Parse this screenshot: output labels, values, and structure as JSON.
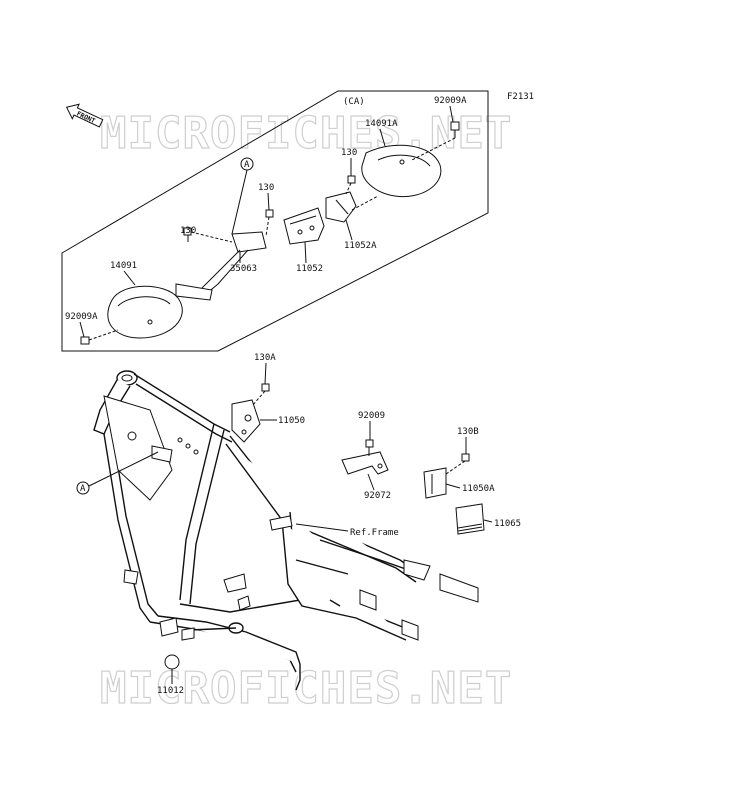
{
  "diagram": {
    "figure_code": "F2131",
    "watermark_top": "MICROFICHES.NET",
    "watermark_bottom": "MICROFICHES.NET",
    "front_arrow": "FRONT",
    "variant": "(CA)",
    "callout": "A",
    "ref_frame": "Ref.Frame",
    "parts": {
      "p92009A_top": "92009A",
      "p14091A": "14091A",
      "p130_a": "130",
      "p130_b": "130",
      "p130_c": "130",
      "p11052A": "11052A",
      "p11052": "11052",
      "p35063": "35063",
      "p14091": "14091",
      "p92009A_left": "92009A",
      "p130A": "130A",
      "p11050": "11050",
      "p92009": "92009",
      "p130B": "130B",
      "p92072": "92072",
      "p11050A": "11050A",
      "p11065": "11065",
      "p11012": "11012"
    }
  }
}
